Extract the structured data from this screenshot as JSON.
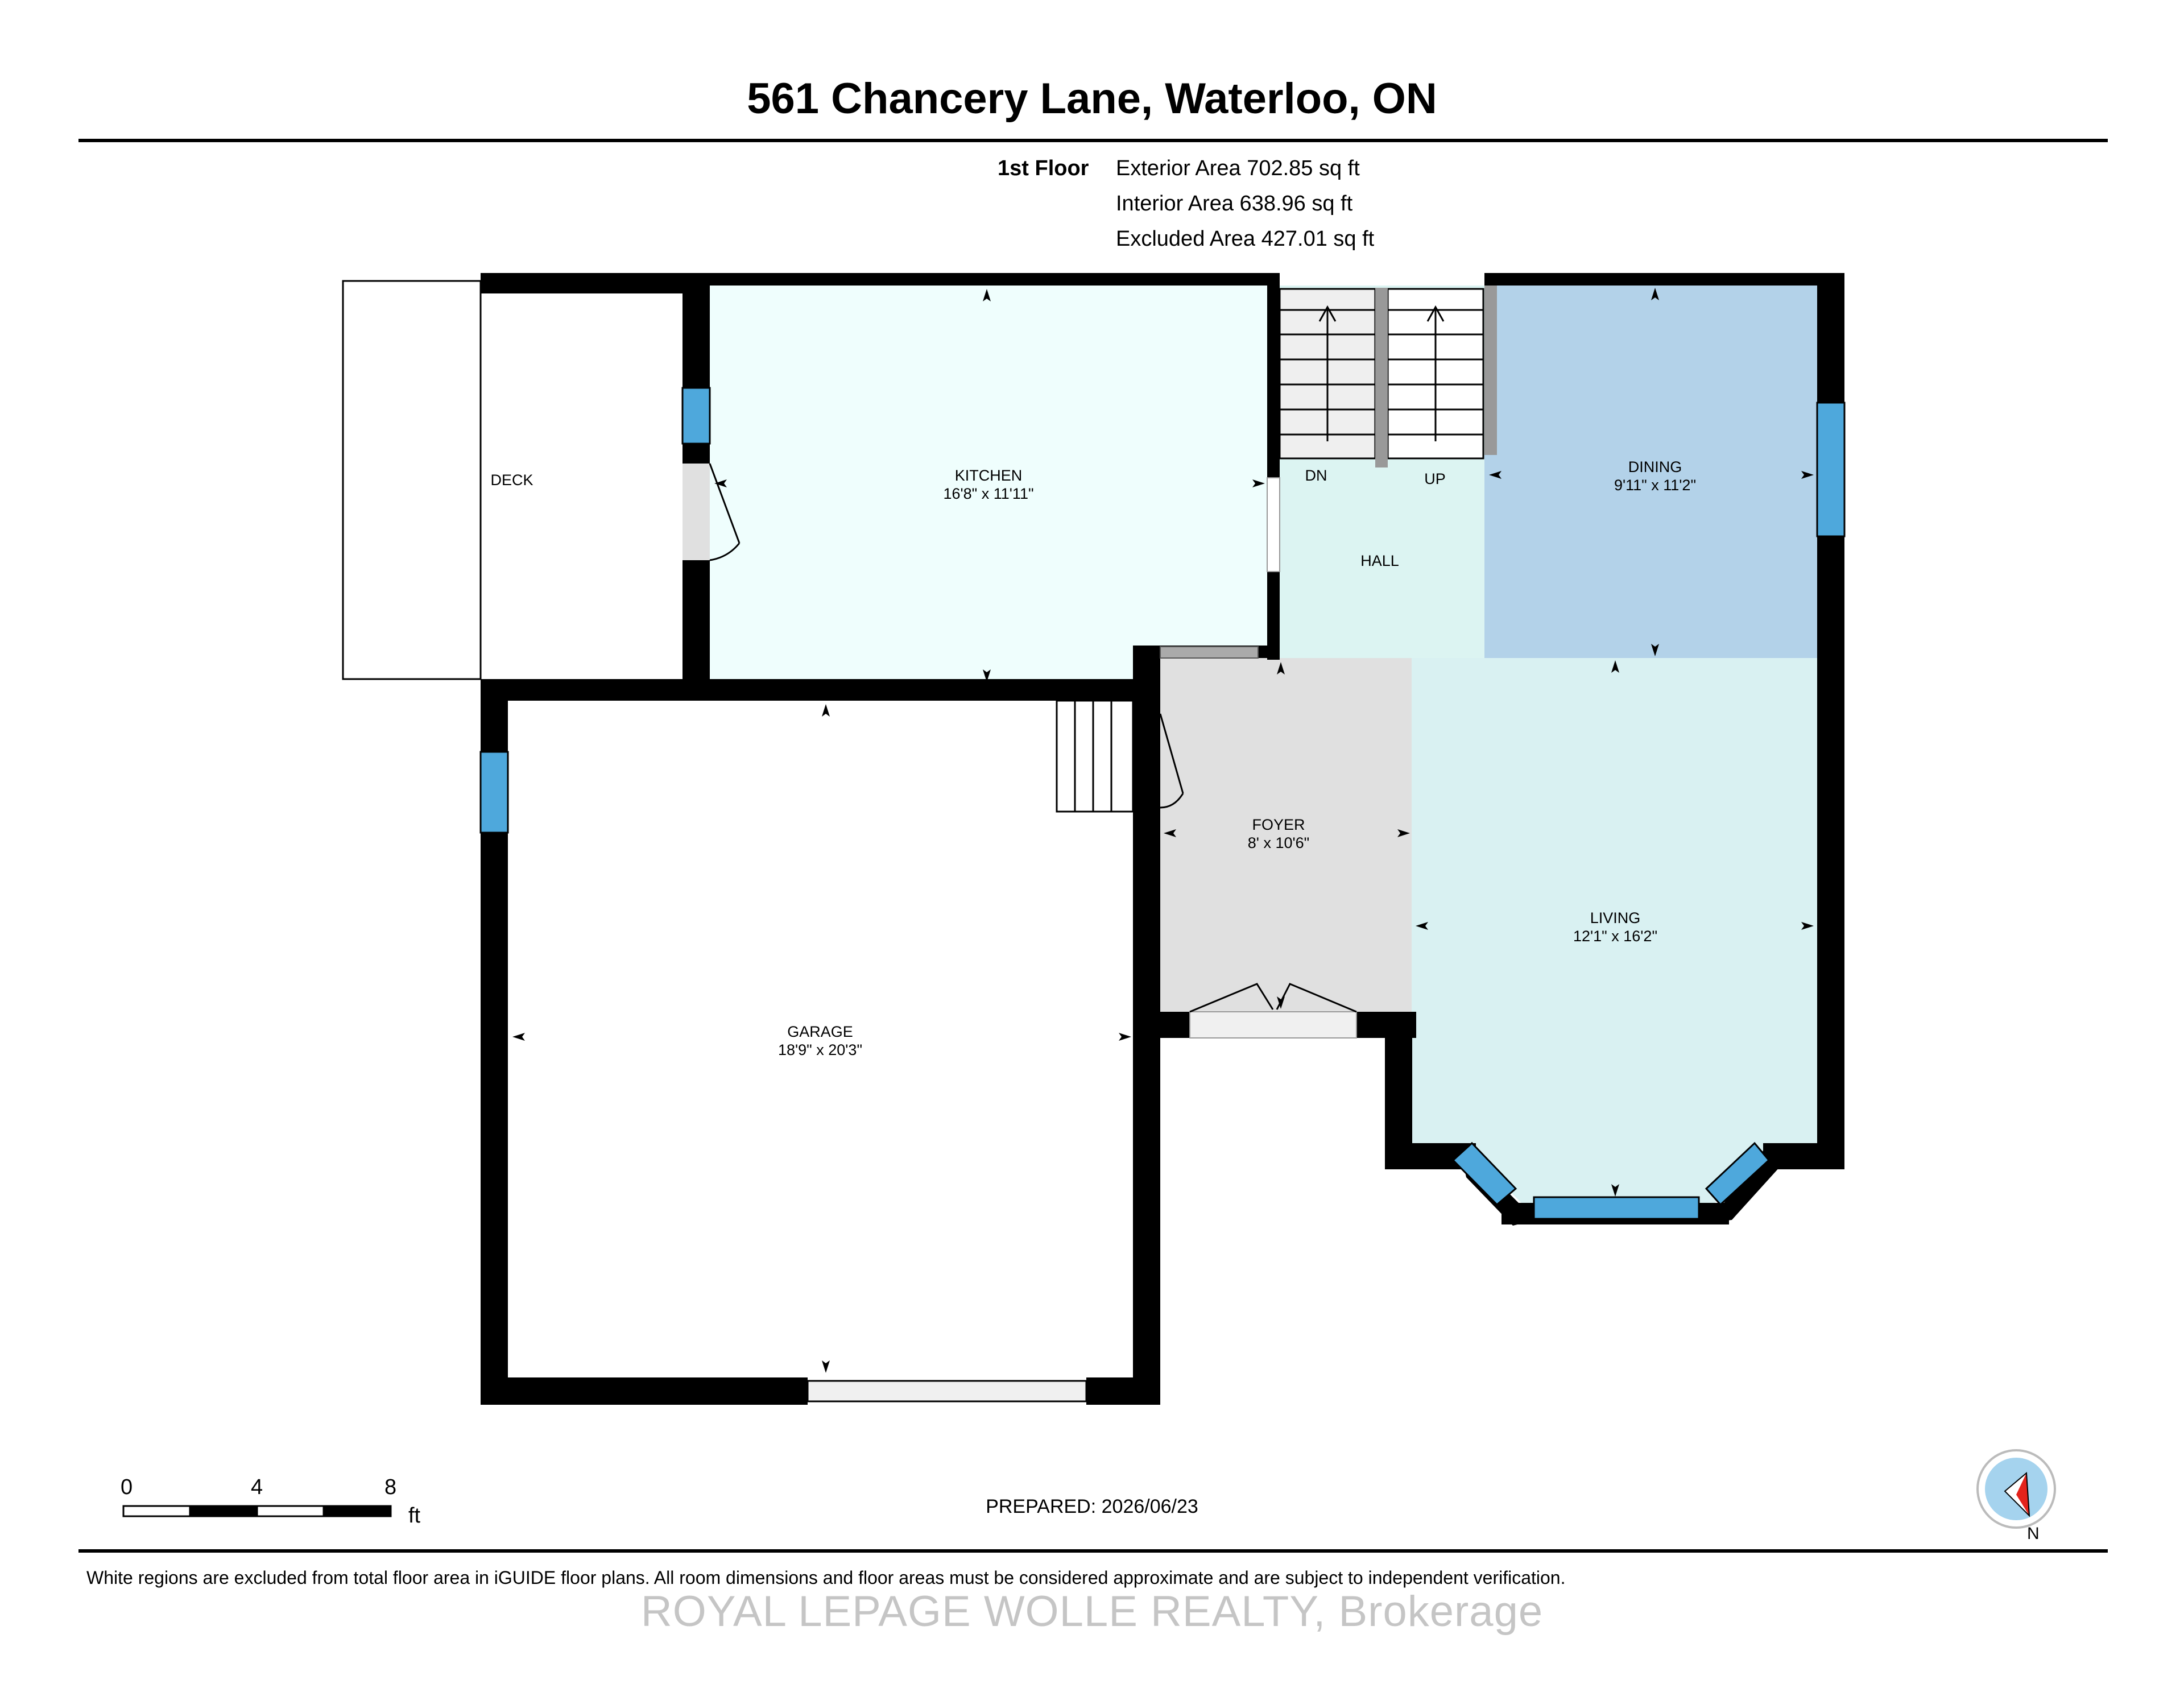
{
  "title": "561 Chancery Lane, Waterloo, ON",
  "floor": {
    "label": "1st Floor",
    "areas": [
      "Exterior Area 702.85 sq ft",
      "Interior Area 638.96 sq ft",
      "Excluded Area 427.01 sq ft"
    ]
  },
  "rooms": {
    "deck": {
      "name": "DECK"
    },
    "kitchen": {
      "name": "KITCHEN",
      "dims": "16'8\" x 11'11\""
    },
    "hall": {
      "name": "HALL"
    },
    "dining": {
      "name": "DINING",
      "dims": "9'11\" x 11'2\""
    },
    "foyer": {
      "name": "FOYER",
      "dims": "8' x 10'6\""
    },
    "living": {
      "name": "LIVING",
      "dims": "12'1\" x 16'2\""
    },
    "garage": {
      "name": "GARAGE",
      "dims": "18'9\" x 20'3\""
    }
  },
  "stairs": {
    "down": "DN",
    "up": "UP"
  },
  "scale": {
    "ticks": [
      "0",
      "4",
      "8"
    ],
    "unit": "ft"
  },
  "compass": {
    "label": "N"
  },
  "prepared": "PREPARED: 2026/06/23",
  "disclaimer": "White regions are excluded from total floor area in iGUIDE floor plans. All room dimensions and floor areas must be considered approximate and are subject to independent verification.",
  "watermark": "ROYAL LEPAGE WOLLE REALTY, Brokerage",
  "colors": {
    "kitchen_fill": "#effefd",
    "hall_fill": "#dcf4f2",
    "dining_fill": "#b3d2e9",
    "foyer_fill": "#e0e0e0",
    "living_fill": "#d9f1f2",
    "window": "#4ea8dc",
    "wall": "#000000"
  }
}
